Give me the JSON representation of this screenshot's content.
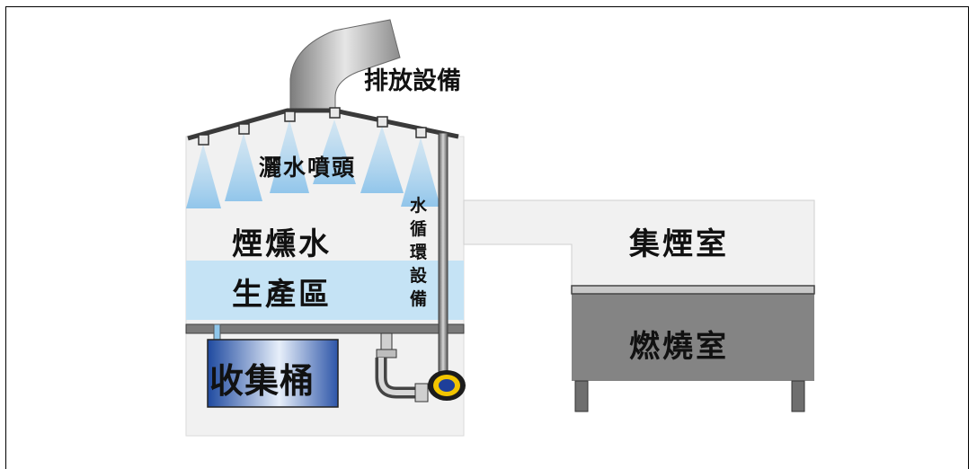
{
  "labels": {
    "exhaust": "排放設備",
    "sprinkler": "灑水噴頭",
    "smoke_water": "煙燻水",
    "production": "生產區",
    "collector": "收集桶",
    "circulation": [
      "水",
      "循",
      "環",
      "設",
      "備"
    ],
    "smoke_chamber": "集煙室",
    "combustion": "燃燒室"
  },
  "colors": {
    "building": "#f1f1f1",
    "water_band": "#c5e3f5",
    "spray": "#9ccbec",
    "pipe": "#5e5e5e",
    "combustion_box": "#848484",
    "collector_blue": "#2f5aa8",
    "pump_ring": "#f2c500"
  }
}
